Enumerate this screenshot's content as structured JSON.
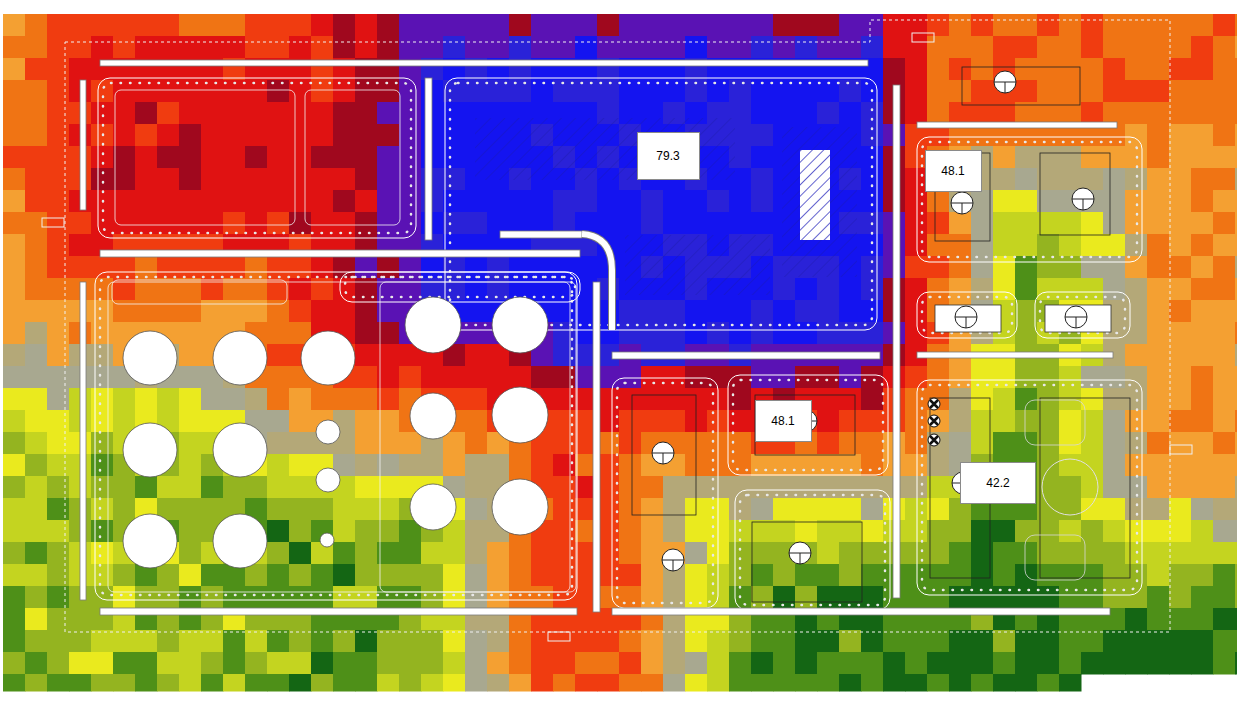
{
  "diagram": {
    "nodes": [
      {
        "text": [
          "79.3"
        ]
      },
      {
        "text": [
          "48.1"
        ]
      },
      {
        "text": [
          "48.1"
        ]
      },
      {
        "text": [
          "42.2"
        ]
      }
    ]
  }
}
